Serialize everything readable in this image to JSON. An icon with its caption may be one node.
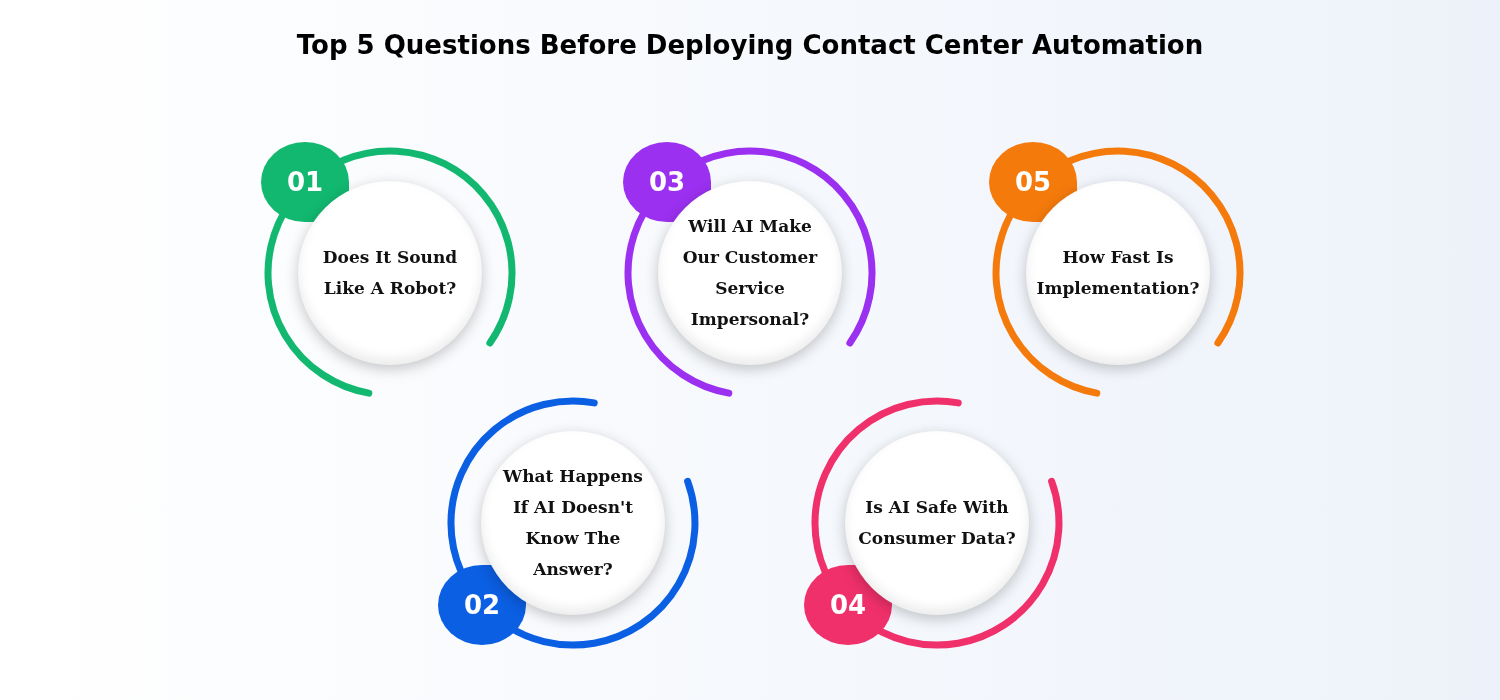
{
  "diagram": {
    "title": "Top 5 Questions Before Deploying Contact Center Automation",
    "nodes": [
      {
        "text": [
          "01"
        ]
      },
      {
        "text": [
          "Does It Sound Like A Robot?"
        ]
      },
      {
        "text": [
          "02"
        ]
      },
      {
        "text": [
          "What Happens If AI Doesn't Know The Answer?"
        ]
      },
      {
        "text": [
          "03"
        ]
      },
      {
        "text": [
          "Will AI Make Our Customer Service Impersonal?"
        ]
      },
      {
        "text": [
          "04"
        ]
      },
      {
        "text": [
          "Is AI Safe With Consumer Data?"
        ]
      },
      {
        "text": [
          "05"
        ]
      },
      {
        "text": [
          "How Fast Is Implementation?"
        ]
      }
    ]
  }
}
